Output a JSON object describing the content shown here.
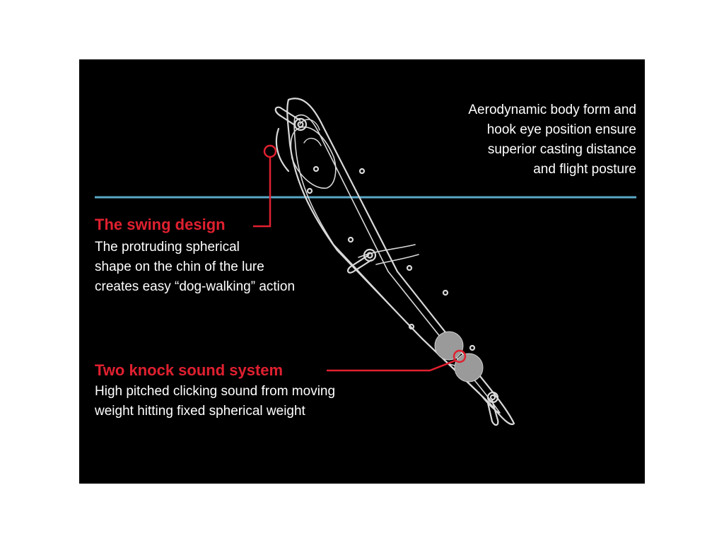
{
  "colors": {
    "background": "#000000",
    "page": "#ffffff",
    "accent": "#e02030",
    "waterline": "#5aa9c8",
    "lure_outline": "#d9d9d9",
    "text": "#ffffff"
  },
  "callouts": {
    "casting": {
      "lines": [
        "Aerodynamic body form and",
        "hook eye position ensure",
        "superior casting distance",
        "and flight posture"
      ]
    },
    "swing": {
      "title": "The swing design",
      "lines": [
        "The protruding spherical",
        "shape on the chin of the lure",
        "creates easy “dog-walking” action"
      ]
    },
    "knock": {
      "title": "Two knock sound system",
      "lines": [
        "High pitched clicking sound from moving",
        "weight hitting fixed spherical weight"
      ]
    }
  }
}
